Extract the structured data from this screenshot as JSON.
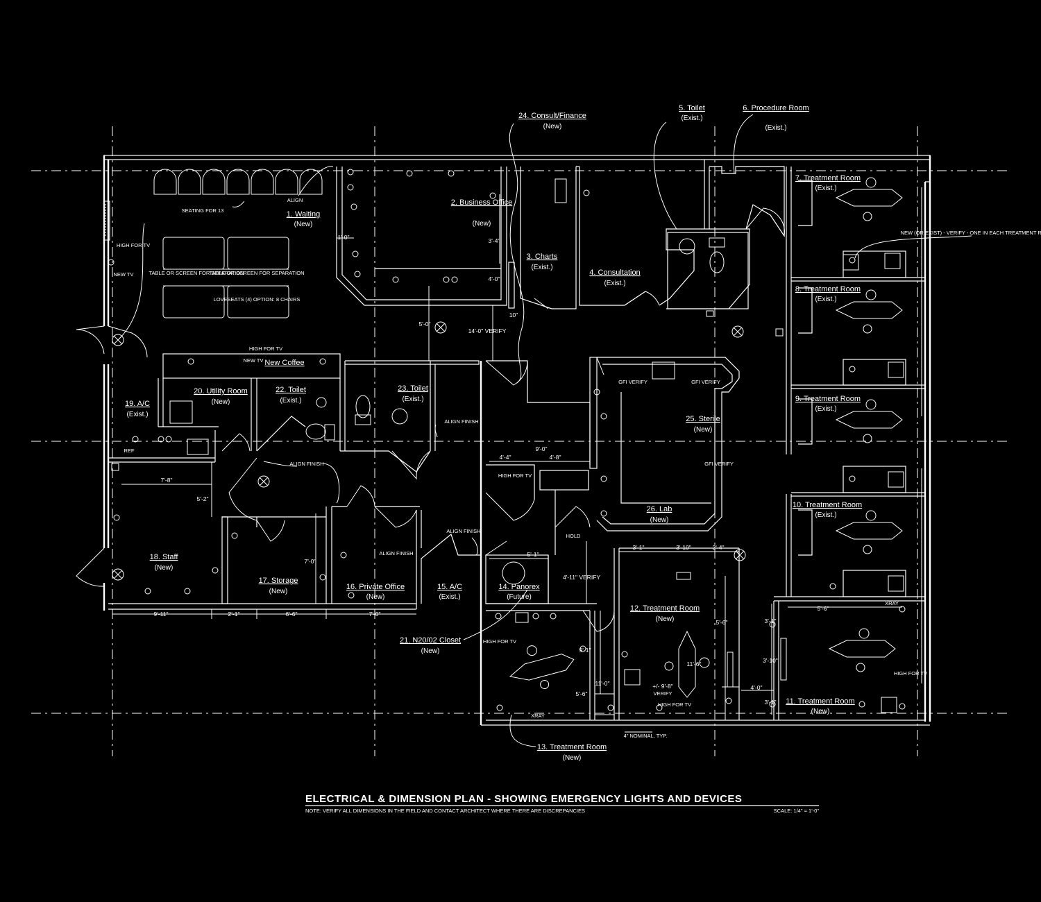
{
  "title": "ELECTRICAL & DIMENSION PLAN - SHOWING EMERGENCY LIGHTS AND DEVICES",
  "note": "NOTE: VERIFY ALL DIMENSIONS IN THE FIELD AND CONTACT ARCHITECT WHERE THERE ARE DISCREPANCIES",
  "scale": "SCALE: 1/4\" = 1'-0\"",
  "rooms": [
    {
      "name": "1. Waiting",
      "status": "(New)"
    },
    {
      "name": "2. Business Office",
      "status": "(New)"
    },
    {
      "name": "3. Charts",
      "status": "(Exist.)"
    },
    {
      "name": "4. Consultation",
      "status": "(Exist.)"
    },
    {
      "name": "5. Toilet",
      "status": "(Exist.)"
    },
    {
      "name": "6. Procedure Room",
      "status": "(Exist.)"
    },
    {
      "name": "7. Treatment Room",
      "status": "(Exist.)"
    },
    {
      "name": "8. Treatment Room",
      "status": "(Exist.)"
    },
    {
      "name": "9. Treatment Room",
      "status": "(Exist.)"
    },
    {
      "name": "10. Treatment Room",
      "status": "(Exist.)"
    },
    {
      "name": "11. Treatment Room",
      "status": "(New)"
    },
    {
      "name": "12. Treatment Room",
      "status": "(New)"
    },
    {
      "name": "13. Treatment Room",
      "status": "(New)"
    },
    {
      "name": "14. Panorex",
      "status": "(Future)"
    },
    {
      "name": "15. A/C",
      "status": "(Exist.)"
    },
    {
      "name": "16. Private Office",
      "status": "(New)"
    },
    {
      "name": "17. Storage",
      "status": "(New)"
    },
    {
      "name": "18. Staff",
      "status": "(New)"
    },
    {
      "name": "19. A/C",
      "status": "(Exist.)"
    },
    {
      "name": "20. Utility Room",
      "status": "(New)"
    },
    {
      "name": "21. N20/02 Closet",
      "status": "(New)"
    },
    {
      "name": "22. Toilet",
      "status": "(Exist.)"
    },
    {
      "name": "23. Toilet",
      "status": "(Exist.)"
    },
    {
      "name": "24. Consult/Finance",
      "status": "(New)"
    },
    {
      "name": "25. Sterile",
      "status": "(New)"
    },
    {
      "name": "26. Lab",
      "status": "(New)"
    },
    {
      "name": "New Coffee",
      "status": ""
    }
  ],
  "notes": {
    "seating": "SEATING FOR 13",
    "table_screen": "TABLE OR SCREEN FOR SEPARATION",
    "loveseats": "LOVESEATS (4) OPTION: 8 CHAIRS",
    "high_tv": "HIGH FOR TV",
    "new_tv": "NEW TV",
    "align": "ALIGN",
    "align_finish": "ALIGN FINISH",
    "treatment_note": "NEW (OR EXIST) - VERIFY - ONE IN EACH TREATMENT ROOM, TYP.",
    "gfi_verify": "GFI VERIFY",
    "nominal": "4\" NOMINAL, TYP.",
    "verify": "VERIFY",
    "hold": "HOLD",
    "xray": "XRAY",
    "ref": "REF"
  },
  "dimensions": {
    "bottom": [
      "9'-11\"",
      "2'-1\"",
      "6'-6\"",
      "7'-0\""
    ],
    "staff_width": "7'-8\"",
    "staff_depth": "5'-2\"",
    "storage": "7'-0\"",
    "biz_a": "1'-0\"",
    "biz_b": "3'-4\"",
    "biz_c": "4'-0\"",
    "corr": "5'-0\"",
    "corr_v": "14'-0\" VERIFY",
    "door": "10\"",
    "tv_a": "4'-4\"",
    "tv_b": "9'-0\"",
    "tv_c": "4'-8\"",
    "pan_w": "5'-1\"",
    "pan_v": "4'-11\" VERIFY",
    "r12_a": "3'-1\"",
    "r12_b": "3'-10\"",
    "r12_c": "2'-4\"",
    "r12_d": "11'-6\"",
    "r12_e": "+/- 9'-8\"",
    "r12_f": "5'-6\"",
    "r13_a": "11'-0\"",
    "r13_b": "5'-6\"",
    "r13_c": "9'-1\"",
    "r11_a": "5'-6\"",
    "r11_b": "3'-1\"",
    "r11_c": "3'-10\"",
    "r11_d": "4'-0\"",
    "r11_e": "3'-1\""
  }
}
